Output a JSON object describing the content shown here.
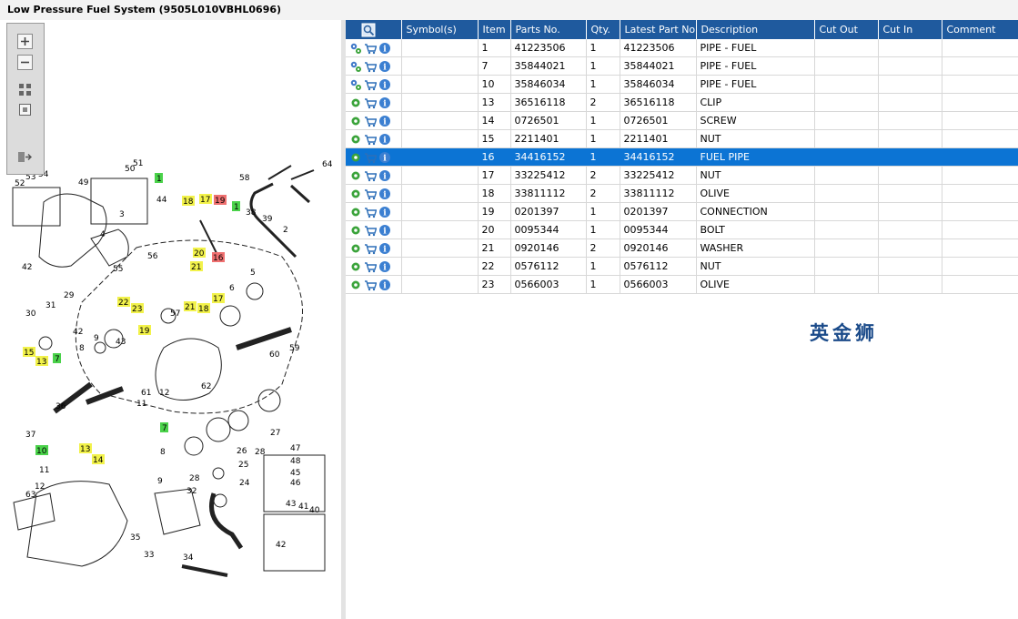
{
  "window": {
    "title": "Low Pressure Fuel System (9505L010VBHL0696)"
  },
  "toolbar": {
    "buttons": [
      "zoom-in",
      "zoom-out",
      "fit-all",
      "actual-size",
      "export"
    ]
  },
  "diagram": {
    "callouts": [
      {
        "n": "53"
      },
      {
        "n": "54"
      },
      {
        "n": "52"
      },
      {
        "n": "51"
      },
      {
        "n": "50"
      },
      {
        "n": "49"
      },
      {
        "n": "58"
      },
      {
        "n": "64"
      },
      {
        "n": "44"
      },
      {
        "n": "3"
      },
      {
        "n": "4"
      },
      {
        "n": "56"
      },
      {
        "n": "55"
      },
      {
        "n": "42"
      },
      {
        "n": "31"
      },
      {
        "n": "29"
      },
      {
        "n": "30"
      },
      {
        "n": "8"
      },
      {
        "n": "9"
      },
      {
        "n": "43"
      },
      {
        "n": "57"
      },
      {
        "n": "36"
      },
      {
        "n": "37"
      },
      {
        "n": "11"
      },
      {
        "n": "12"
      },
      {
        "n": "61"
      },
      {
        "n": "62"
      },
      {
        "n": "38"
      },
      {
        "n": "39"
      },
      {
        "n": "2"
      },
      {
        "n": "5"
      },
      {
        "n": "6"
      },
      {
        "n": "59"
      },
      {
        "n": "60"
      },
      {
        "n": "26"
      },
      {
        "n": "27"
      },
      {
        "n": "28"
      },
      {
        "n": "25"
      },
      {
        "n": "24"
      },
      {
        "n": "32"
      },
      {
        "n": "33"
      },
      {
        "n": "34"
      },
      {
        "n": "35"
      },
      {
        "n": "63"
      },
      {
        "n": "47"
      },
      {
        "n": "48"
      },
      {
        "n": "45"
      },
      {
        "n": "46"
      },
      {
        "n": "43"
      },
      {
        "n": "41"
      },
      {
        "n": "40"
      },
      {
        "n": "42"
      },
      {
        "n": "13"
      },
      {
        "n": "10"
      },
      {
        "n": "14"
      },
      {
        "n": "1"
      },
      {
        "n": "7"
      }
    ],
    "highlighted": [
      {
        "n": "18",
        "color": "#f2f24a"
      },
      {
        "n": "17",
        "color": "#f2f24a"
      },
      {
        "n": "19",
        "color": "#ef7070"
      },
      {
        "n": "1",
        "color": "#4ad24a"
      },
      {
        "n": "20",
        "color": "#f2f24a"
      },
      {
        "n": "21",
        "color": "#f2f24a"
      },
      {
        "n": "16",
        "color": "#ef7070"
      },
      {
        "n": "22",
        "color": "#f2f24a"
      },
      {
        "n": "23",
        "color": "#f2f24a"
      },
      {
        "n": "21",
        "color": "#f2f24a"
      },
      {
        "n": "18",
        "color": "#f2f24a"
      },
      {
        "n": "17",
        "color": "#f2f24a"
      },
      {
        "n": "19",
        "color": "#f2f24a"
      },
      {
        "n": "15",
        "color": "#f2f24a"
      },
      {
        "n": "13",
        "color": "#f2f24a"
      },
      {
        "n": "7",
        "color": "#4ad24a"
      },
      {
        "n": "10",
        "color": "#4ad24a"
      },
      {
        "n": "13",
        "color": "#f2f24a"
      },
      {
        "n": "14",
        "color": "#f2f24a"
      },
      {
        "n": "7",
        "color": "#4ad24a"
      }
    ]
  },
  "table": {
    "columns": [
      "",
      "Symbol(s)",
      "Item",
      "Parts No.",
      "Qty.",
      "Latest Part No.",
      "Description",
      "Cut Out",
      "Cut In",
      "Comment"
    ],
    "rows": [
      {
        "icon": "gears-icon",
        "item": "1",
        "part": "41223506",
        "qty": "1",
        "latest": "41223506",
        "desc": "PIPE - FUEL",
        "selected": false
      },
      {
        "icon": "gears-icon",
        "item": "7",
        "part": "35844021",
        "qty": "1",
        "latest": "35844021",
        "desc": "PIPE - FUEL",
        "selected": false
      },
      {
        "icon": "gears-icon",
        "item": "10",
        "part": "35846034",
        "qty": "1",
        "latest": "35846034",
        "desc": "PIPE - FUEL",
        "selected": false
      },
      {
        "icon": "gear-icon",
        "item": "13",
        "part": "36516118",
        "qty": "2",
        "latest": "36516118",
        "desc": "CLIP",
        "selected": false
      },
      {
        "icon": "gear-icon",
        "item": "14",
        "part": "0726501",
        "qty": "1",
        "latest": "0726501",
        "desc": "SCREW",
        "selected": false
      },
      {
        "icon": "gear-icon",
        "item": "15",
        "part": "2211401",
        "qty": "1",
        "latest": "2211401",
        "desc": "NUT",
        "selected": false
      },
      {
        "icon": "gear-icon",
        "item": "16",
        "part": "34416152",
        "qty": "1",
        "latest": "34416152",
        "desc": "FUEL PIPE",
        "selected": true
      },
      {
        "icon": "gear-icon",
        "item": "17",
        "part": "33225412",
        "qty": "2",
        "latest": "33225412",
        "desc": "NUT",
        "selected": false
      },
      {
        "icon": "gear-icon",
        "item": "18",
        "part": "33811112",
        "qty": "2",
        "latest": "33811112",
        "desc": "OLIVE",
        "selected": false
      },
      {
        "icon": "gear-icon",
        "item": "19",
        "part": "0201397",
        "qty": "1",
        "latest": "0201397",
        "desc": "CONNECTION",
        "selected": false
      },
      {
        "icon": "gear-icon",
        "item": "20",
        "part": "0095344",
        "qty": "1",
        "latest": "0095344",
        "desc": "BOLT",
        "selected": false
      },
      {
        "icon": "gear-icon",
        "item": "21",
        "part": "0920146",
        "qty": "2",
        "latest": "0920146",
        "desc": "WASHER",
        "selected": false
      },
      {
        "icon": "gear-icon",
        "item": "22",
        "part": "0576112",
        "qty": "1",
        "latest": "0576112",
        "desc": "NUT",
        "selected": false
      },
      {
        "icon": "gear-icon",
        "item": "23",
        "part": "0566003",
        "qty": "1",
        "latest": "0566003",
        "desc": "OLIVE",
        "selected": false
      }
    ]
  },
  "watermark": "英金狮",
  "colors": {
    "header_bg": "#1f5a9e",
    "selected_row": "#0c74d4",
    "grid_line": "#d8d8d8"
  }
}
